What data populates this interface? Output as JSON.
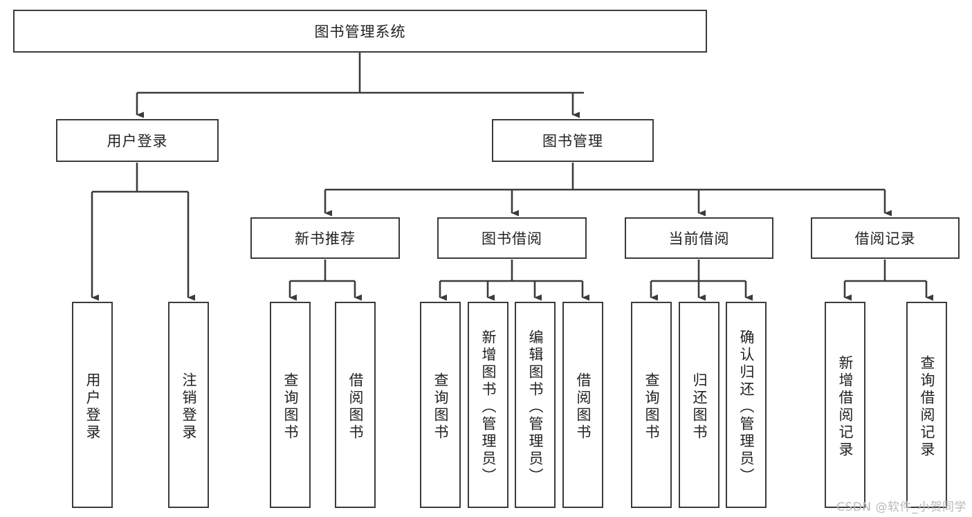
{
  "diagram": {
    "type": "tree-hierarchy-chart",
    "title": "图书管理系统",
    "line_color": "#3b3b3b",
    "box_fill": "#ffffff",
    "text_color": "#222222",
    "watermark": "CSDN @软件_小贺同学",
    "nodes": {
      "root": {
        "label": "图书管理系统"
      },
      "level2": [
        {
          "id": "user_login",
          "label": "用户登录"
        },
        {
          "id": "book_manage",
          "label": "图书管理"
        }
      ],
      "level3": [
        {
          "id": "new_book_rec",
          "label": "新书推荐"
        },
        {
          "id": "book_borrow",
          "label": "图书借阅"
        },
        {
          "id": "current_borrow",
          "label": "当前借阅"
        },
        {
          "id": "borrow_record",
          "label": "借阅记录"
        }
      ],
      "leaves": {
        "user_login": [
          {
            "id": "leaf_login",
            "label": "用户登录"
          },
          {
            "id": "leaf_logout",
            "label": "注销登录"
          }
        ],
        "new_book_rec": [
          {
            "id": "leaf_query_book_1",
            "label": "查询图书"
          },
          {
            "id": "leaf_borrow_book_1",
            "label": "借阅图书"
          }
        ],
        "book_borrow": [
          {
            "id": "leaf_query_book_2",
            "label": "查询图书"
          },
          {
            "id": "leaf_add_book",
            "label": "新增图书（管理员）"
          },
          {
            "id": "leaf_edit_book",
            "label": "编辑图书（管理员）"
          },
          {
            "id": "leaf_borrow_book_2",
            "label": "借阅图书"
          }
        ],
        "current_borrow": [
          {
            "id": "leaf_query_book_3",
            "label": "查询图书"
          },
          {
            "id": "leaf_return_book",
            "label": "归还图书"
          },
          {
            "id": "leaf_confirm_return",
            "label": "确认归还（管理员）"
          }
        ],
        "borrow_record": [
          {
            "id": "leaf_add_record",
            "label": "新增借阅记录"
          },
          {
            "id": "leaf_query_record",
            "label": "查询借阅记录"
          }
        ]
      }
    }
  }
}
